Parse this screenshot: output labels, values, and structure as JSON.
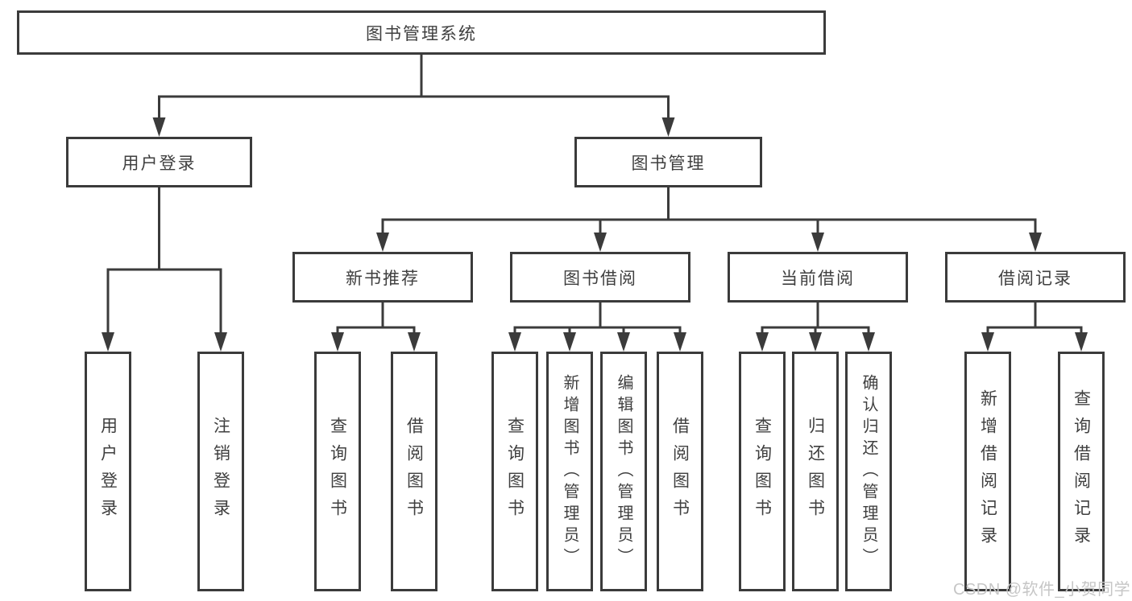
{
  "colors": {
    "line": "#3b3b3b",
    "text": "#3f3f3f",
    "watermark": "#c6c6c6",
    "background": "#ffffff"
  },
  "tree": {
    "root": {
      "label": "图书管理系统"
    },
    "branches": [
      {
        "label": "用户登录",
        "children": [
          {
            "label": "用户登录"
          },
          {
            "label": "注销登录"
          }
        ]
      },
      {
        "label": "图书管理",
        "modules": [
          {
            "label": "新书推荐",
            "children": [
              {
                "label": "查询图书"
              },
              {
                "label": "借阅图书"
              }
            ]
          },
          {
            "label": "图书借阅",
            "children": [
              {
                "label": "查询图书"
              },
              {
                "label": "新增图书（管理员）"
              },
              {
                "label": "编辑图书（管理员）"
              },
              {
                "label": "借阅图书"
              }
            ]
          },
          {
            "label": "当前借阅",
            "children": [
              {
                "label": "查询图书"
              },
              {
                "label": "归还图书"
              },
              {
                "label": "确认归还（管理员）"
              }
            ]
          },
          {
            "label": "借阅记录",
            "children": [
              {
                "label": "新增借阅记录"
              },
              {
                "label": "查询借阅记录"
              }
            ]
          }
        ]
      }
    ]
  },
  "watermark": {
    "text": "CSDN @软件_小贺同学"
  }
}
